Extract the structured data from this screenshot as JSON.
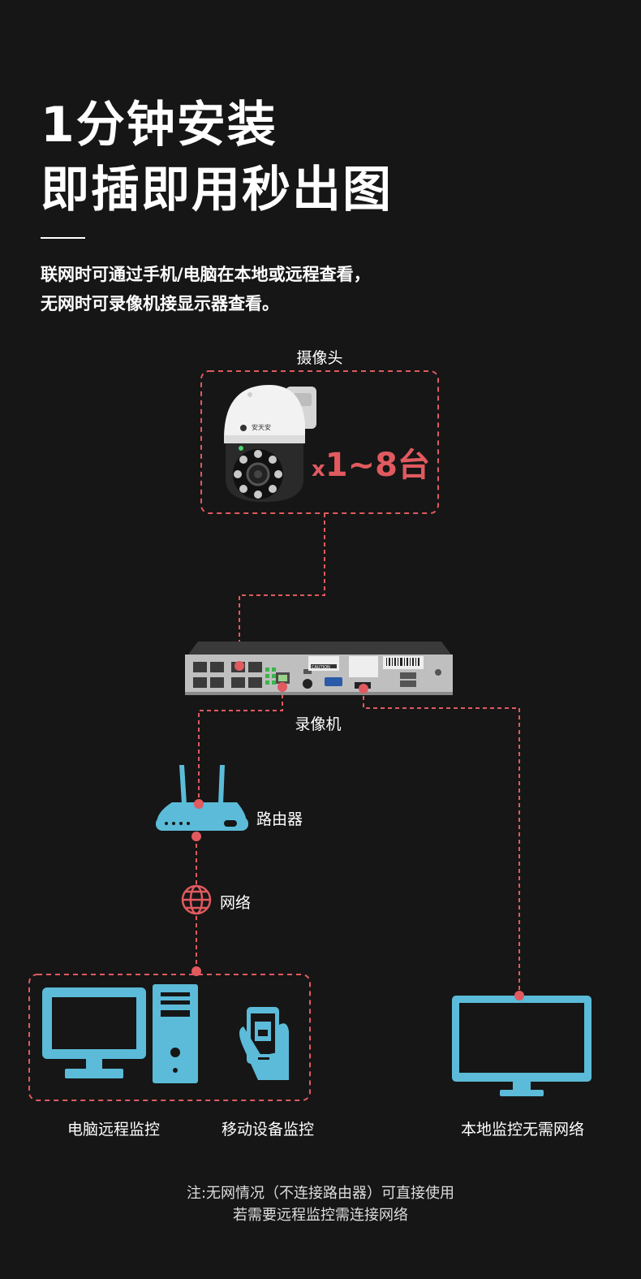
{
  "headline": {
    "line1": "1分钟安装",
    "line2": "即插即用秒出图"
  },
  "description": {
    "line1": "联网时可通过手机/电脑在本地或远程查看，",
    "line2": "无网时可录像机接显示器查看。"
  },
  "camera": {
    "label": "摄像头",
    "brand": "安天安",
    "quantity_prefix": "x",
    "quantity": "1~8台"
  },
  "nvr": {
    "label": "录像机",
    "caution": "CAUTION"
  },
  "router": {
    "label": "路由器"
  },
  "network": {
    "label": "网络"
  },
  "endpoints": {
    "pc": "电脑远程监控",
    "mobile": "移动设备监控",
    "local": "本地监控无需网络"
  },
  "note": {
    "line1": "注:无网情况（不连接路由器）可直接使用",
    "line2": "若需要远程监控需连接网络"
  },
  "colors": {
    "background": "#161616",
    "accent": "#e05a5f",
    "device_blue": "#5bbbd8"
  }
}
